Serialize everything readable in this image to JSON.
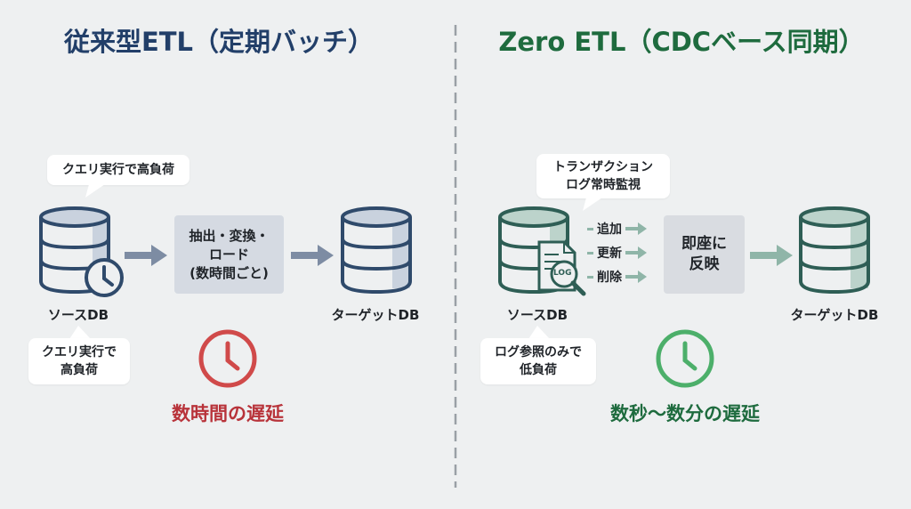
{
  "left": {
    "title": "従来型ETL（定期バッチ）",
    "source_label": "ソースDB",
    "target_label": "ターゲットDB",
    "bubble_top": "クエリ実行で高負荷",
    "bubble_bottom_line1": "クエリ実行で",
    "bubble_bottom_line2": "高負荷",
    "process_line1": "抽出・変換・",
    "process_line2": "ロード",
    "process_line3": "(数時間ごと)",
    "delay": "数時間の遅延",
    "colors": {
      "title": "#223f69",
      "db": "#2f4a6b",
      "arrow": "#7d8ca3",
      "delay": "#b8333a",
      "clock": "#d04a4a"
    }
  },
  "right": {
    "title": "Zero ETL（CDCベース同期）",
    "source_label": "ソースDB",
    "target_label": "ターゲットDB",
    "bubble_top_line1": "トランザクション",
    "bubble_top_line2": "ログ常時監視",
    "bubble_bottom_line1": "ログ参照のみで",
    "bubble_bottom_line2": "低負荷",
    "log_icon_text": "LOG",
    "ops": [
      "追加",
      "更新",
      "削除"
    ],
    "process_line1": "即座に",
    "process_line2": "反映",
    "delay": "数秒〜数分の遅延",
    "colors": {
      "title": "#1e6b3e",
      "db": "#2e5e55",
      "arrow": "#8fb5a8",
      "delay": "#1e6b3e",
      "clock": "#4caf6a"
    }
  }
}
